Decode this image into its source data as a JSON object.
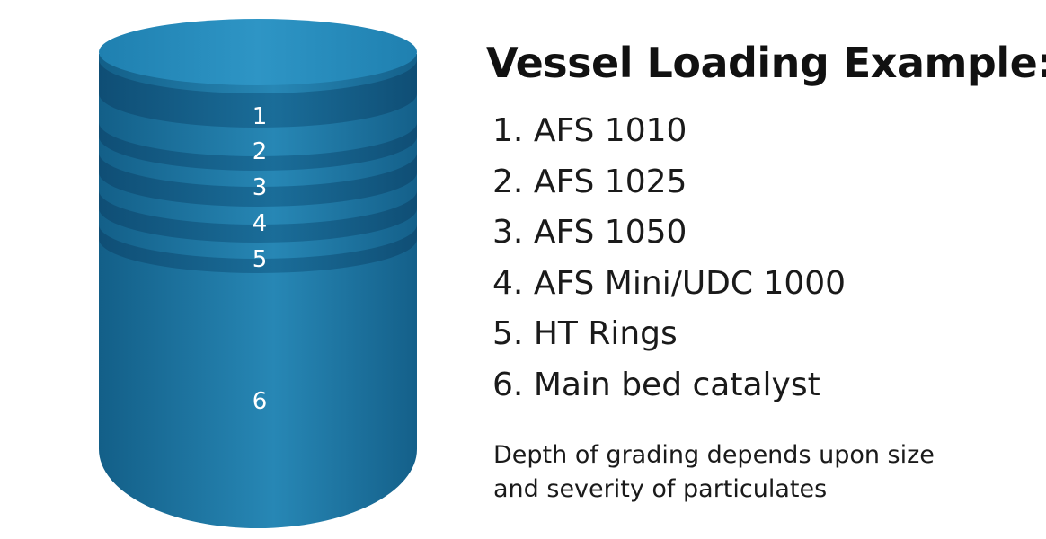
{
  "title": "Vessel Loading Example:",
  "vessel": {
    "colors": {
      "body": "#1b6f9b",
      "body_highlight": "#2a8bb8",
      "band": "#15577f",
      "top": "#2a8fbf"
    },
    "layer_labels": [
      "1",
      "2",
      "3",
      "4",
      "5",
      "6"
    ]
  },
  "legend": [
    {
      "number": "1.",
      "label": "AFS 1010"
    },
    {
      "number": "2.",
      "label": "AFS 1025"
    },
    {
      "number": "3.",
      "label": "AFS 1050"
    },
    {
      "number": "4.",
      "label": "AFS Mini/UDC 1000"
    },
    {
      "number": "5.",
      "label": "HT Rings"
    },
    {
      "number": "6.",
      "label": "Main bed catalyst"
    }
  ],
  "note": {
    "line1": "Depth of grading depends upon size",
    "line2": "and severity of particulates"
  }
}
